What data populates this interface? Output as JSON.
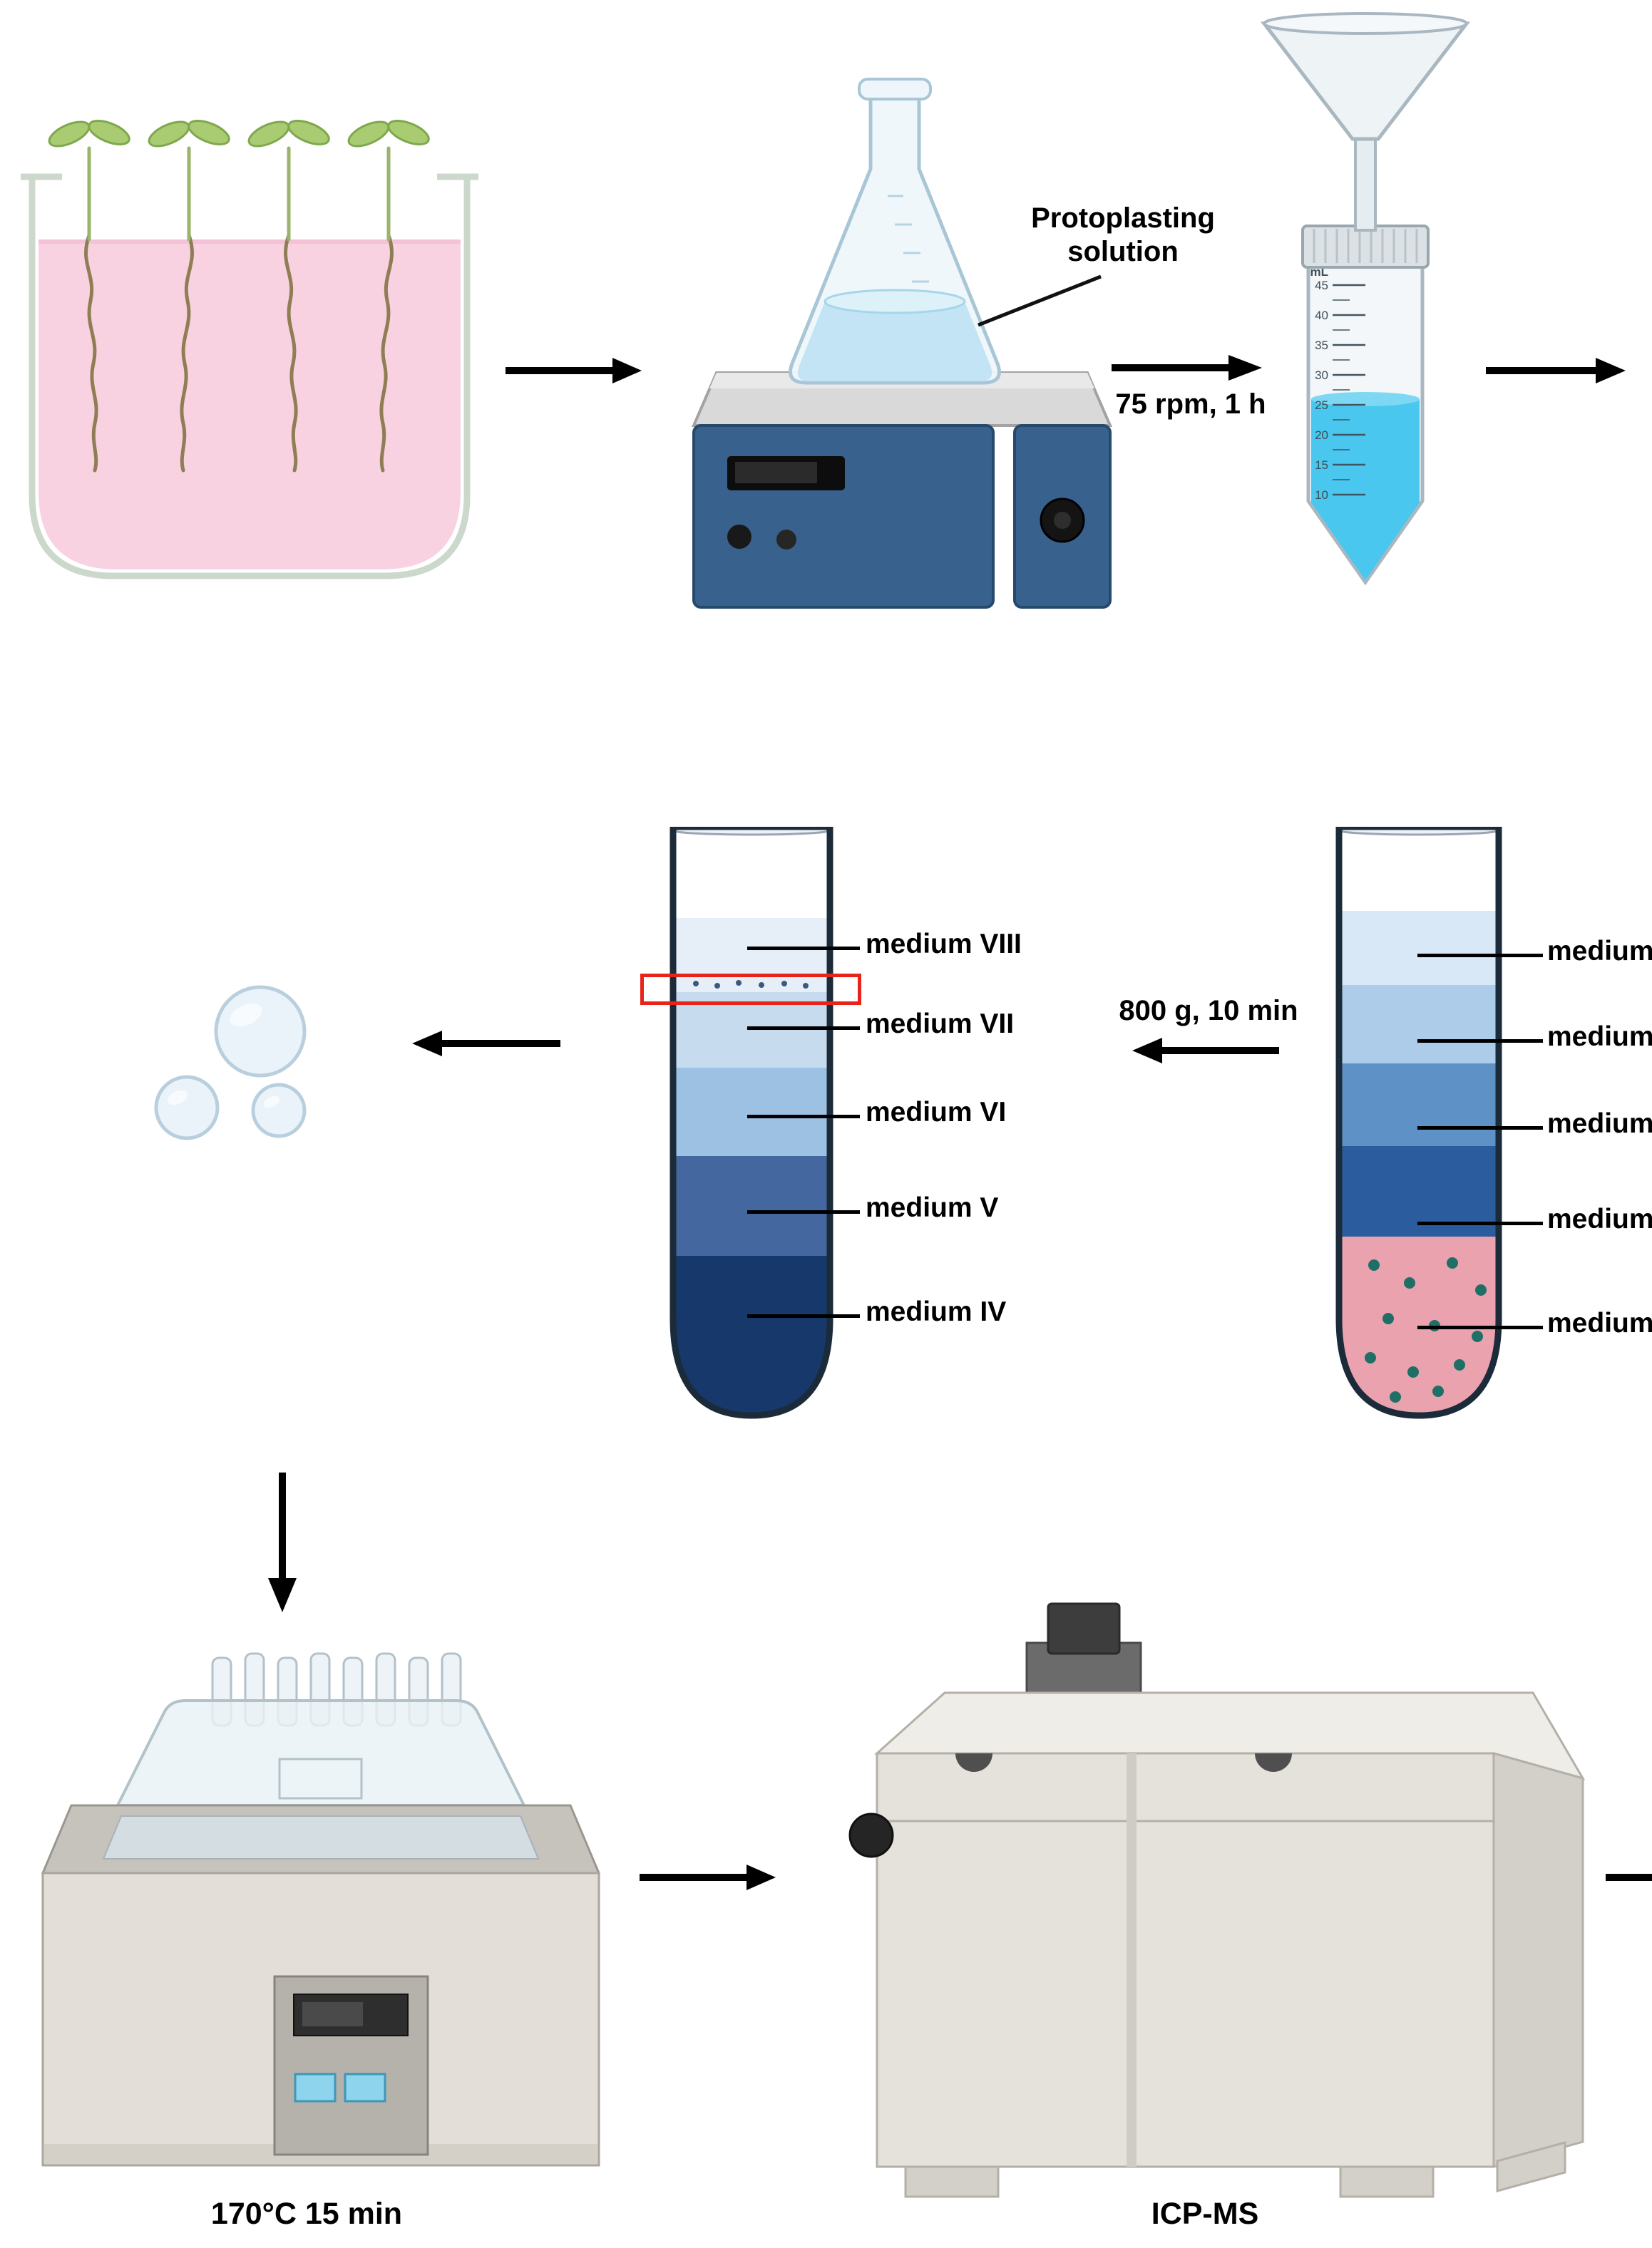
{
  "row1": {
    "flask_label_line1": "Protoplasting",
    "flask_label_line2": "solution",
    "shake_condition": "75 rpm, 1 h"
  },
  "falcon_tube": {
    "unit": "mL",
    "graduations": [
      "45",
      "40",
      "35",
      "30",
      "25",
      "20",
      "15",
      "10"
    ]
  },
  "row2": {
    "centrifuge_condition": "800 g, 10 min",
    "left_tube_labels": [
      "medium VIII",
      "medium VII",
      "medium VI",
      "medium V",
      "medium IV"
    ],
    "right_tube_labels": [
      "medium",
      "medium",
      "medium",
      "medium",
      "medium"
    ]
  },
  "row3": {
    "water_bath_condition": "170°C 15 min",
    "instrument_label": "ICP-MS"
  },
  "colors": {
    "arrow_black": "#000000",
    "highlight_box_red": "#e8231a",
    "seedling_medium_pink": "#f8d2e0",
    "leaf_green": "#a9cc72",
    "flask_liquid_blue": "#c2e4f4",
    "falcon_liquid_blue": "#49c7ee",
    "stirrer_blue": "#38618e",
    "gradient_left_bands": [
      "#e6eef8",
      "#c7dbee",
      "#9dc1e2",
      "#44679f",
      "#16386b"
    ],
    "gradient_right_bands": [
      "#d8e8f6",
      "#accce9",
      "#5e92c6",
      "#2b5d9e",
      "#e9a2ae"
    ],
    "pellet_pink": "#e9a2ae",
    "cell_dot_teal": "#1f6f66",
    "machine_beige": "#e5e2dc"
  }
}
